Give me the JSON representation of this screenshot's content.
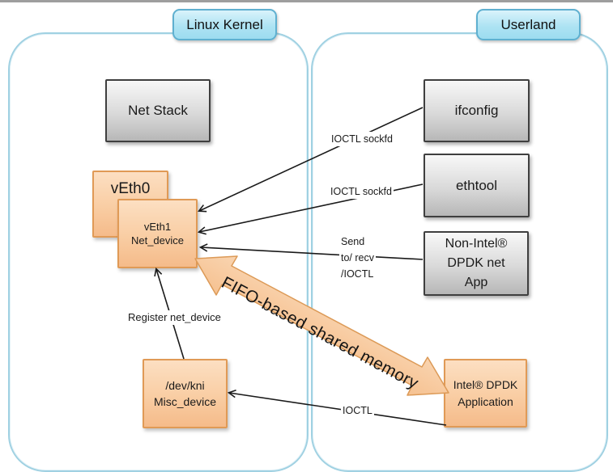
{
  "regions": {
    "kernel": {
      "label": "Linux Kernel"
    },
    "userland": {
      "label": "Userland"
    }
  },
  "nodes": {
    "net_stack": {
      "label": "Net Stack"
    },
    "veth0": {
      "label": "vEth0"
    },
    "veth1": {
      "line1": "vEth1",
      "line2": "Net_device"
    },
    "dev_kni": {
      "line1": "/dev/kni",
      "line2": "Misc_device"
    },
    "ifconfig": {
      "label": "ifconfig"
    },
    "ethtool": {
      "label": "ethtool"
    },
    "non_intel_app": {
      "line1": "Non-Intel®",
      "line2": "DPDK net",
      "line3": "App"
    },
    "intel_app": {
      "line1": "Intel® DPDK",
      "line2": "Application"
    }
  },
  "edges": {
    "ioctl_sockfd_1": "IOCTL sockfd",
    "ioctl_sockfd_2": "IOCTL sockfd",
    "send_recv_1": "Send",
    "send_recv_2": "to/ recv",
    "send_recv_3": "/IOCTL",
    "register_net_device": "Register net_device",
    "ioctl": "IOCTL",
    "fifo_shared_memory": "FIFO-based shared memory"
  },
  "colors": {
    "orange_fill": "#f9cda3",
    "orange_border": "#e09a56",
    "gray_fill": "#d9d9d9",
    "gray_border": "#3f3f3f",
    "blue_label_fill": "#aee3f3",
    "blue_label_border": "#5fb0d0",
    "container_border": "#a0d1e2",
    "arrow_stroke": "#1a1a1a"
  }
}
